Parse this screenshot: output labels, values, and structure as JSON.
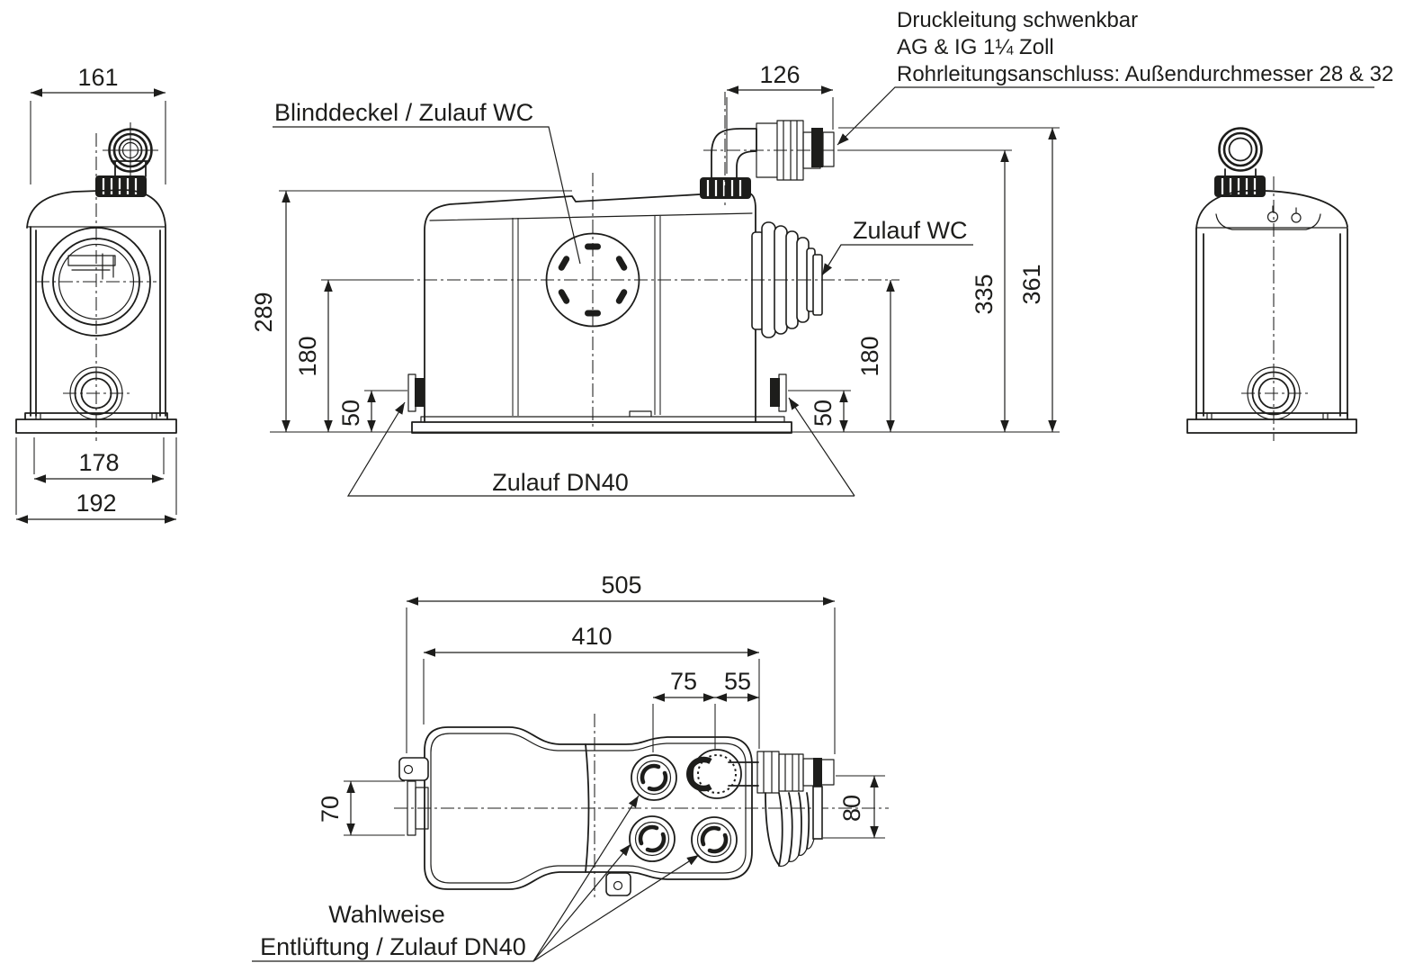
{
  "colors": {
    "ink": "#1d1d1b",
    "background": "#ffffff"
  },
  "annotations": {
    "druckleitung": {
      "line1": "Druckleitung schwenkbar",
      "line2": "AG & IG 1¼ Zoll",
      "line3": "Rohrleitungsanschluss: Außendurchmesser 28 & 32"
    },
    "blinddeckel": "Blinddeckel / Zulauf WC",
    "zulauf_wc": "Zulauf WC",
    "zulauf_dn40": "Zulauf DN40",
    "wahlweise": {
      "line1": "Wahlweise",
      "line2": "Entlüftung / Zulauf DN40"
    }
  },
  "dimensions": {
    "side_view_left": {
      "top_width": "161",
      "base_width": "178",
      "base_overall_width": "192"
    },
    "front_view": {
      "outlet_length": "126",
      "tank_height": "289",
      "wc_inlet_height_left": "180",
      "dn40_inlet_height_left": "50",
      "dn40_inlet_height_right": "50",
      "wc_inlet_height_right": "180",
      "outlet_center_height": "335",
      "outlet_top_height": "361"
    },
    "top_view": {
      "overall_length": "505",
      "tank_length": "410",
      "port_spacing": "75",
      "port_to_outlet": "55",
      "dn40_port_width": "70",
      "wc_bellows_width": "80"
    }
  }
}
